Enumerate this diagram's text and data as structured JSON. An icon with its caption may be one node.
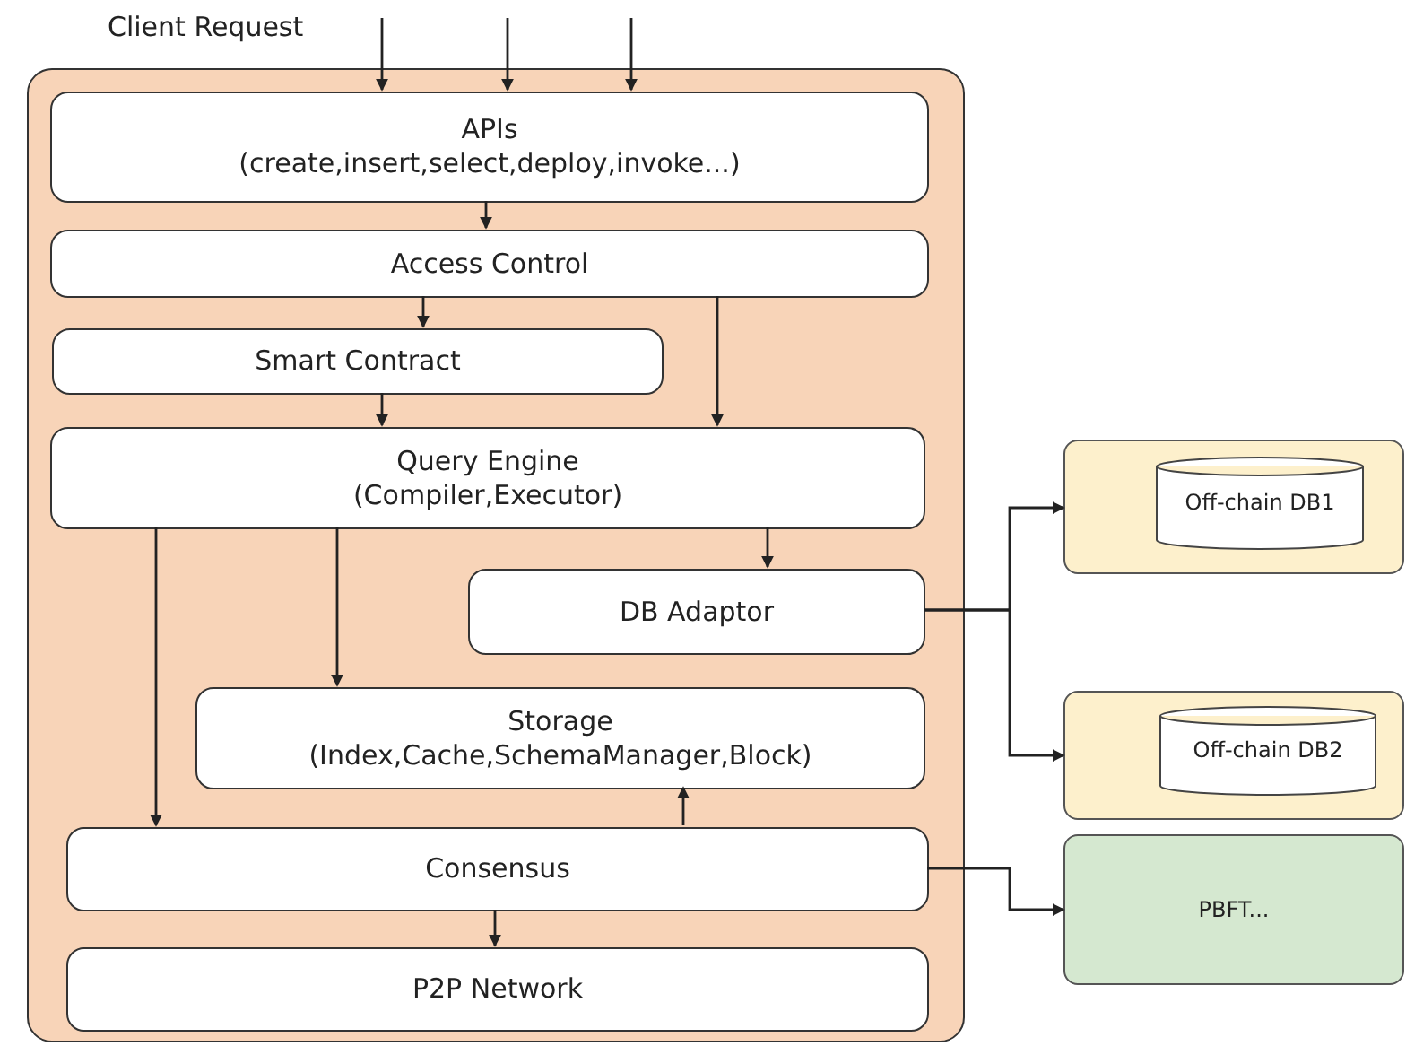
{
  "diagram": {
    "nodes": [
      {
        "text": [],
        "shape": "box"
      },
      {
        "text": [
          "APIs",
          "(create,insert,select,deploy,invoke...)"
        ],
        "in": 0
      },
      {
        "text": [
          "Access Control"
        ],
        "in": 0
      },
      {
        "text": [
          "Smart Contract"
        ],
        "in": 0
      },
      {
        "text": [
          "Query Engine",
          "(Compiler,Executor)"
        ],
        "in": 0
      },
      {
        "text": [
          "DB Adaptor"
        ],
        "in": 0
      },
      {
        "text": [
          "Storage",
          "(Index,Cache,SchemaManager,Block)"
        ],
        "in": 0
      },
      {
        "text": [
          "Consensus"
        ],
        "in": 0
      },
      {
        "text": [
          "P2P Network"
        ],
        "in": 0
      },
      {
        "text": [],
        "shape": "box"
      },
      {
        "text": [
          "Off-chain DB1"
        ],
        "in": 9
      },
      {
        "text": [],
        "shape": "box"
      },
      {
        "text": [
          "Off-chain DB2"
        ],
        "in": 11
      },
      {
        "text": [
          "PBFT..."
        ]
      }
    ],
    "edges": [
      {
        "from": null,
        "to": 1,
        "arrow": "to"
      },
      {
        "from": null,
        "to": 1,
        "arrow": "to"
      },
      {
        "from": null,
        "to": 1,
        "arrow": "to"
      },
      {
        "from": 1,
        "to": 2,
        "arrow": "to"
      },
      {
        "from": 2,
        "to": 3,
        "arrow": "to"
      },
      {
        "from": 2,
        "to": 4,
        "arrow": "to"
      },
      {
        "from": 3,
        "to": 4,
        "arrow": "to"
      },
      {
        "from": 4,
        "to": 7,
        "arrow": "to"
      },
      {
        "from": 4,
        "to": 6,
        "arrow": "to"
      },
      {
        "from": 4,
        "to": 5,
        "arrow": "to"
      },
      {
        "from": 7,
        "to": 6,
        "arrow": "to"
      },
      {
        "from": 7,
        "to": 8,
        "arrow": "to"
      },
      {
        "from": 5,
        "to": 9,
        "arrow": "to"
      },
      {
        "from": 5,
        "to": 11,
        "arrow": "to"
      },
      {
        "from": 7,
        "to": 13,
        "arrow": "to"
      }
    ],
    "labels": [
      "Client Request"
    ]
  }
}
